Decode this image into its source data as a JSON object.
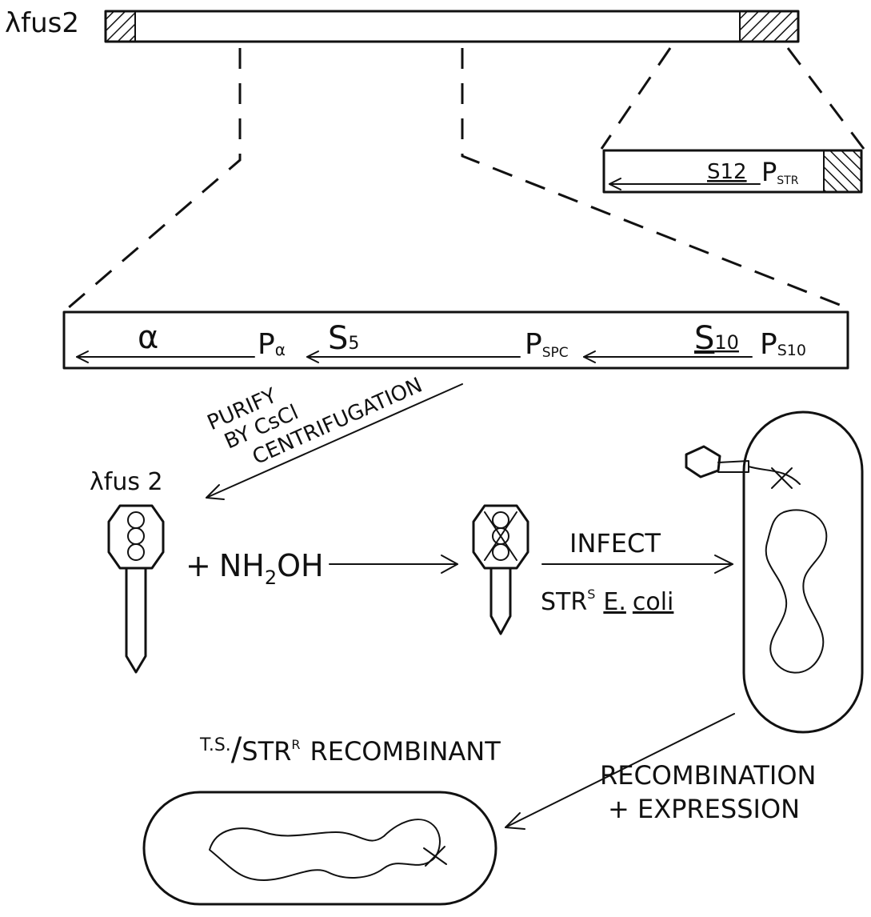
{
  "top_vector": {
    "label": "λfus2"
  },
  "inset": {
    "gene": "S12",
    "promoter": "P",
    "promoter_sub": "STR"
  },
  "operon": {
    "a": "α",
    "pa": "P",
    "pa_sub": "α",
    "s5": "S",
    "s5_sub": "5",
    "pspc": "P",
    "pspc_sub": "SPC",
    "s10": "S",
    "s10_sub": "10",
    "ps10": "P",
    "ps10_sub": "S10"
  },
  "purify": {
    "line1": "PURIFY",
    "line2": "BY CsCl",
    "line3": "CENTRIFUGATION"
  },
  "phage_label": "λfus 2",
  "mutagen": {
    "plus": "+",
    "prefix": "NH",
    "sub": "2",
    "suffix": "OH"
  },
  "infect": {
    "top": "INFECT",
    "strain": "STR",
    "strain_sup": "S",
    "host1": "E.",
    "host2": "coli"
  },
  "recombinant": {
    "ts": "T.S.",
    "slash": "/",
    "strain": "STR",
    "strain_sup": "R",
    "word": "RECOMBINANT"
  },
  "recombination": {
    "line1": "RECOMBINATION",
    "line2": "+ EXPRESSION"
  },
  "colors": {
    "ink": "#111111",
    "background": "#ffffff"
  }
}
